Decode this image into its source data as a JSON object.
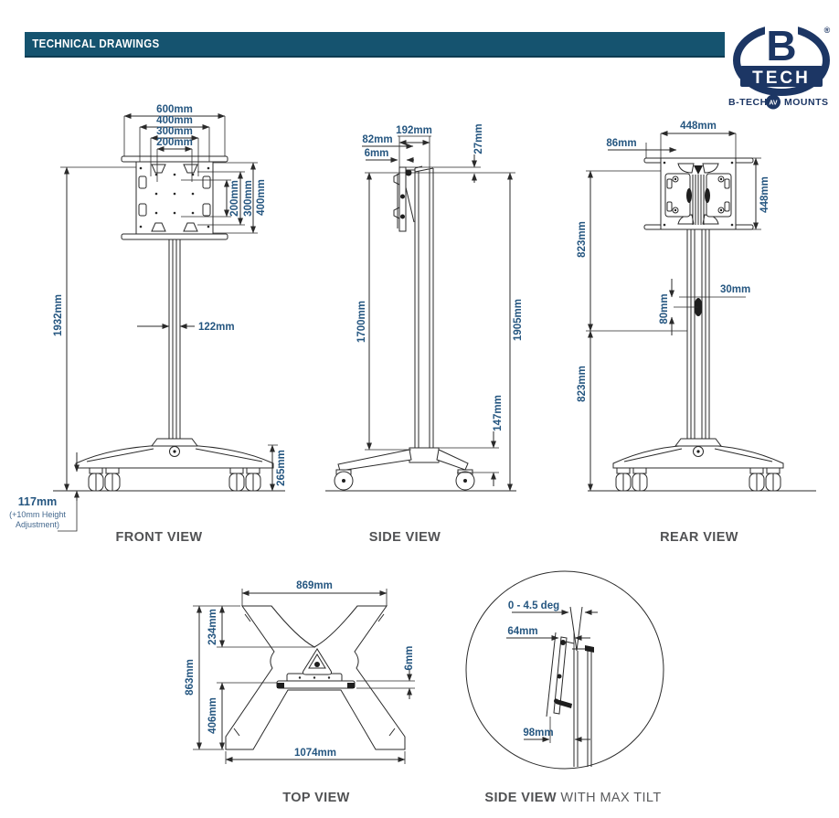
{
  "header": {
    "title": "TECHNICAL DRAWINGS"
  },
  "logo": {
    "letter": "B",
    "word": "TECH",
    "registered": "®",
    "tagline_left": "B-TECH",
    "tagline_badge": "AV",
    "tagline_right": "MOUNTS"
  },
  "colors": {
    "header_bar": "#15536F",
    "dimension_text": "#255680",
    "note_text": "#44688E",
    "drawing_line": "#2A2A2A",
    "label_text": "#515254",
    "logo_navy": "#1C3664"
  },
  "views": {
    "front": {
      "label": "FRONT VIEW",
      "dims": {
        "w600": "600mm",
        "w400": "400mm",
        "w300": "300mm",
        "w200": "200mm",
        "h400": "400mm",
        "h300": "300mm",
        "h200": "200mm",
        "total_height": "1932mm",
        "pole_width": "122mm",
        "base_height": "265mm",
        "clearance": "117mm",
        "clearance_note_1": "(+10mm Height",
        "clearance_note_2": "Adjustment)"
      }
    },
    "side": {
      "label": "SIDE VIEW",
      "dims": {
        "d82": "82mm",
        "d192": "192mm",
        "d6": "6mm",
        "d27": "27mm",
        "d1700": "1700mm",
        "d1905": "1905mm",
        "d147": "147mm"
      }
    },
    "rear": {
      "label": "REAR VIEW",
      "dims": {
        "w448": "448mm",
        "d86": "86mm",
        "h448": "448mm",
        "upper": "823mm",
        "d30": "30mm",
        "d80": "80mm",
        "lower": "823mm"
      }
    },
    "top": {
      "label": "TOP VIEW",
      "dims": {
        "w869": "869mm",
        "d234": "234mm",
        "d863": "863mm",
        "d406": "406mm",
        "d6": "6mm",
        "w1074": "1074mm"
      }
    },
    "tilt": {
      "label_main": "SIDE VIEW",
      "label_suffix": " WITH MAX TILT",
      "dims": {
        "angle": "0 - 4.5 deg",
        "d64": "64mm",
        "d98": "98mm"
      }
    }
  }
}
